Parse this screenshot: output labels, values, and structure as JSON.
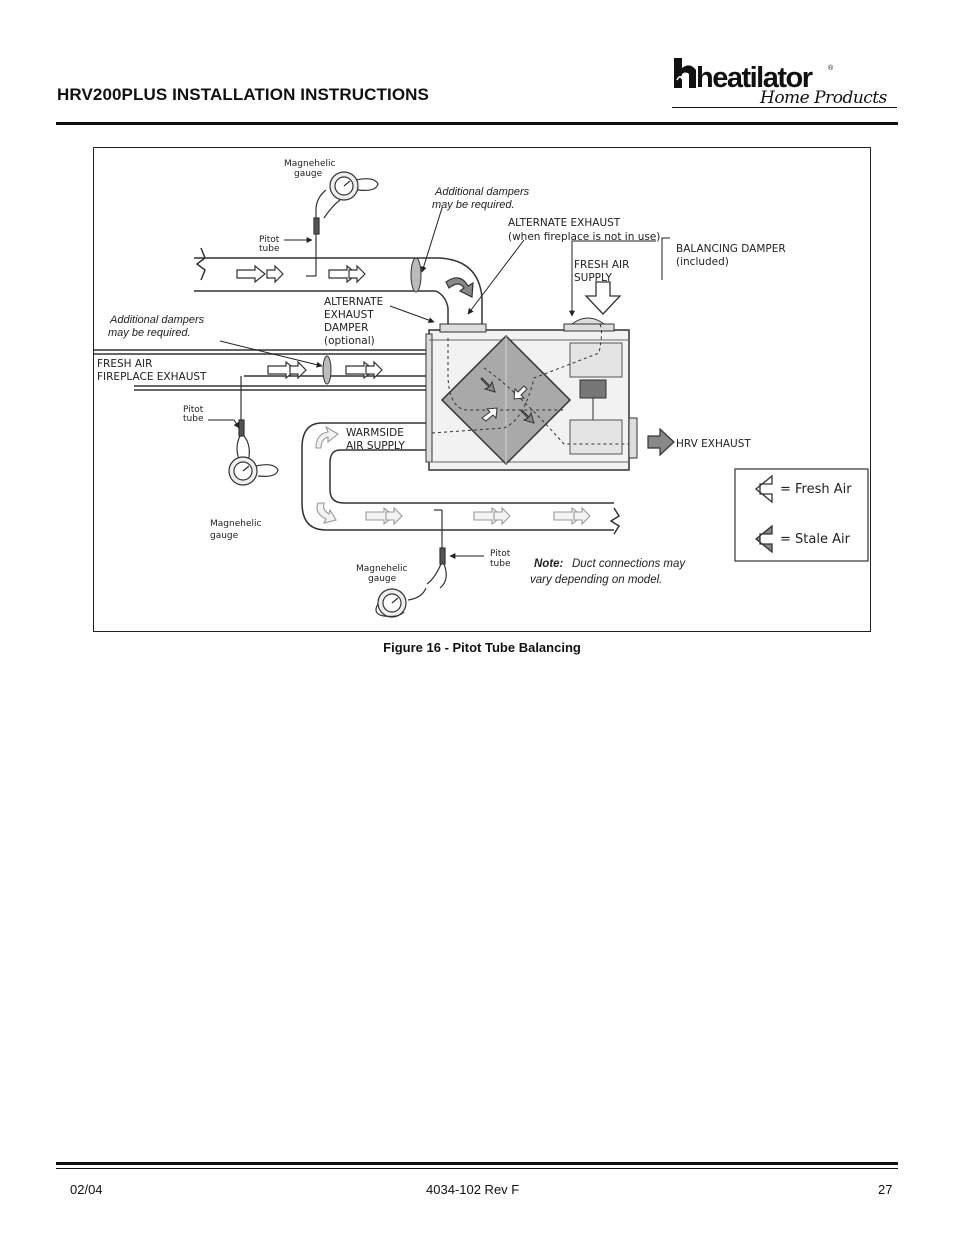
{
  "header": {
    "title": "HRV200PLUS INSTALLATION INSTRUCTIONS",
    "logo_word": "heatilator",
    "logo_sub": "Home Products",
    "logo_mark": "®"
  },
  "figure": {
    "caption": "Figure 16 - Pitot Tube Balancing",
    "labels": {
      "magnehelic_top_1": "Magnehelic",
      "magnehelic_top_2": "gauge",
      "pitot_top_1": "Pitot",
      "pitot_top_2": "tube",
      "add_dampers_top_1": "Additional dampers",
      "add_dampers_top_2": "may be required.",
      "alt_exhaust_1": "ALTERNATE EXHAUST",
      "alt_exhaust_2": "(when fireplace is not in use)",
      "balancing_1": "BALANCING DAMPER",
      "balancing_2": "(included)",
      "fresh_supply_1": "FRESH AIR",
      "fresh_supply_2": "SUPPLY",
      "alt_damper_1": "ALTERNATE",
      "alt_damper_2": "EXHAUST",
      "alt_damper_3": "DAMPER",
      "alt_damper_4": "(optional)",
      "add_dampers_left_1": "Additional dampers",
      "add_dampers_left_2": "may be required.",
      "fresh_air_duct": "FRESH AIR",
      "fireplace_exhaust": "FIREPLACE EXHAUST",
      "pitot_left_1": "Pitot",
      "pitot_left_2": "tube",
      "warmside_1": "WARMSIDE",
      "warmside_2": "AIR SUPPLY",
      "hrv_exhaust": "HRV EXHAUST",
      "magnehelic_left_1": "Magnehelic",
      "magnehelic_left_2": "gauge",
      "pitot_bottom_1": "Pitot",
      "pitot_bottom_2": "tube",
      "magnehelic_bottom_1": "Magnehelic",
      "magnehelic_bottom_2": "gauge",
      "note_label": "Note:",
      "note_1": "Duct connections may",
      "note_2": "vary depending on model.",
      "legend_fresh": "= Fresh Air",
      "legend_stale": "= Stale Air"
    }
  },
  "footer": {
    "date": "02/04",
    "doc_number": "4034-102 Rev F",
    "page": "27"
  }
}
